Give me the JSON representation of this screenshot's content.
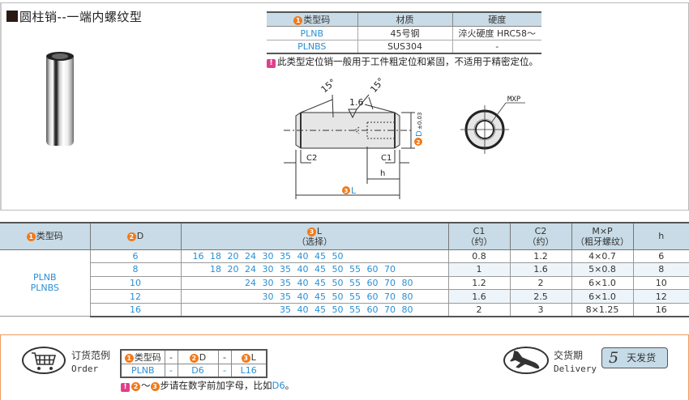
{
  "title": "圆柱销--一端内螺纹型",
  "material_table": {
    "headers": [
      "类型码",
      "材质",
      "硬度"
    ],
    "header_badge": "1",
    "rows": [
      {
        "type": "PLNB",
        "material": "45号钢",
        "hardness": "淬火硬度 HRC58～"
      },
      {
        "type": "PLNBS",
        "material": "SUS304",
        "hardness": "-"
      }
    ]
  },
  "note": "此类型定位销一般用于工件粗定位和紧固，不适用于精密定位。",
  "drawing": {
    "angle_left": "15°",
    "angle_right": "15°",
    "roughness": "1.6",
    "dim_d": "D",
    "dim_d_tol": "±0.03",
    "dim_c2": "C2",
    "dim_c1": "C1",
    "dim_h": "h",
    "dim_l": "L",
    "thread_label": "MXP"
  },
  "spec_table": {
    "headers": {
      "type": "类型码",
      "d": "D",
      "l_line1": "L",
      "l_line2": "（选择）",
      "c1_line1": "C1",
      "c1_line2": "（约）",
      "c2_line1": "C2",
      "c2_line2": "（约）",
      "mxp_line1": "M×P",
      "mxp_line2": "（粗牙螺纹）",
      "h": "h"
    },
    "type_values": [
      "PLNB",
      "PLNBS"
    ],
    "rows": [
      {
        "d": "6",
        "l": [
          "16",
          "18",
          "20",
          "24",
          "30",
          "35",
          "40",
          "45",
          "50",
          "",
          "",
          "",
          ""
        ],
        "c1": "0.8",
        "c2": "1.2",
        "mxp": "4×0.7",
        "h": "6"
      },
      {
        "d": "8",
        "l": [
          "",
          "18",
          "20",
          "24",
          "30",
          "35",
          "40",
          "45",
          "50",
          "55",
          "60",
          "70",
          ""
        ],
        "c1": "1",
        "c2": "1.6",
        "mxp": "5×0.8",
        "h": "8"
      },
      {
        "d": "10",
        "l": [
          "",
          "",
          "",
          "24",
          "30",
          "35",
          "40",
          "45",
          "50",
          "55",
          "60",
          "70",
          "80"
        ],
        "c1": "1.2",
        "c2": "2",
        "mxp": "6×1.0",
        "h": "10"
      },
      {
        "d": "12",
        "l": [
          "",
          "",
          "",
          "",
          "30",
          "35",
          "40",
          "45",
          "50",
          "55",
          "60",
          "70",
          "80"
        ],
        "c1": "1.6",
        "c2": "2.5",
        "mxp": "6×1.0",
        "h": "12"
      },
      {
        "d": "16",
        "l": [
          "",
          "",
          "",
          "",
          "",
          "35",
          "40",
          "45",
          "50",
          "55",
          "60",
          "70",
          "80"
        ],
        "c1": "2",
        "c2": "3",
        "mxp": "8×1.25",
        "h": "16"
      }
    ]
  },
  "order": {
    "label_cn": "订货范例",
    "label_en": "Order",
    "headers": [
      "类型码",
      "-",
      "D",
      "-",
      "L"
    ],
    "values": [
      "PLNB",
      "-",
      "D6",
      "-",
      "L16"
    ],
    "note_prefix": "～",
    "note_text": "步请在数字前加字母，比如",
    "note_example": "D6",
    "note_end": "。"
  },
  "delivery": {
    "label_cn": "交货期",
    "label_en": "Delivery",
    "days": "5",
    "text": "天发货"
  }
}
